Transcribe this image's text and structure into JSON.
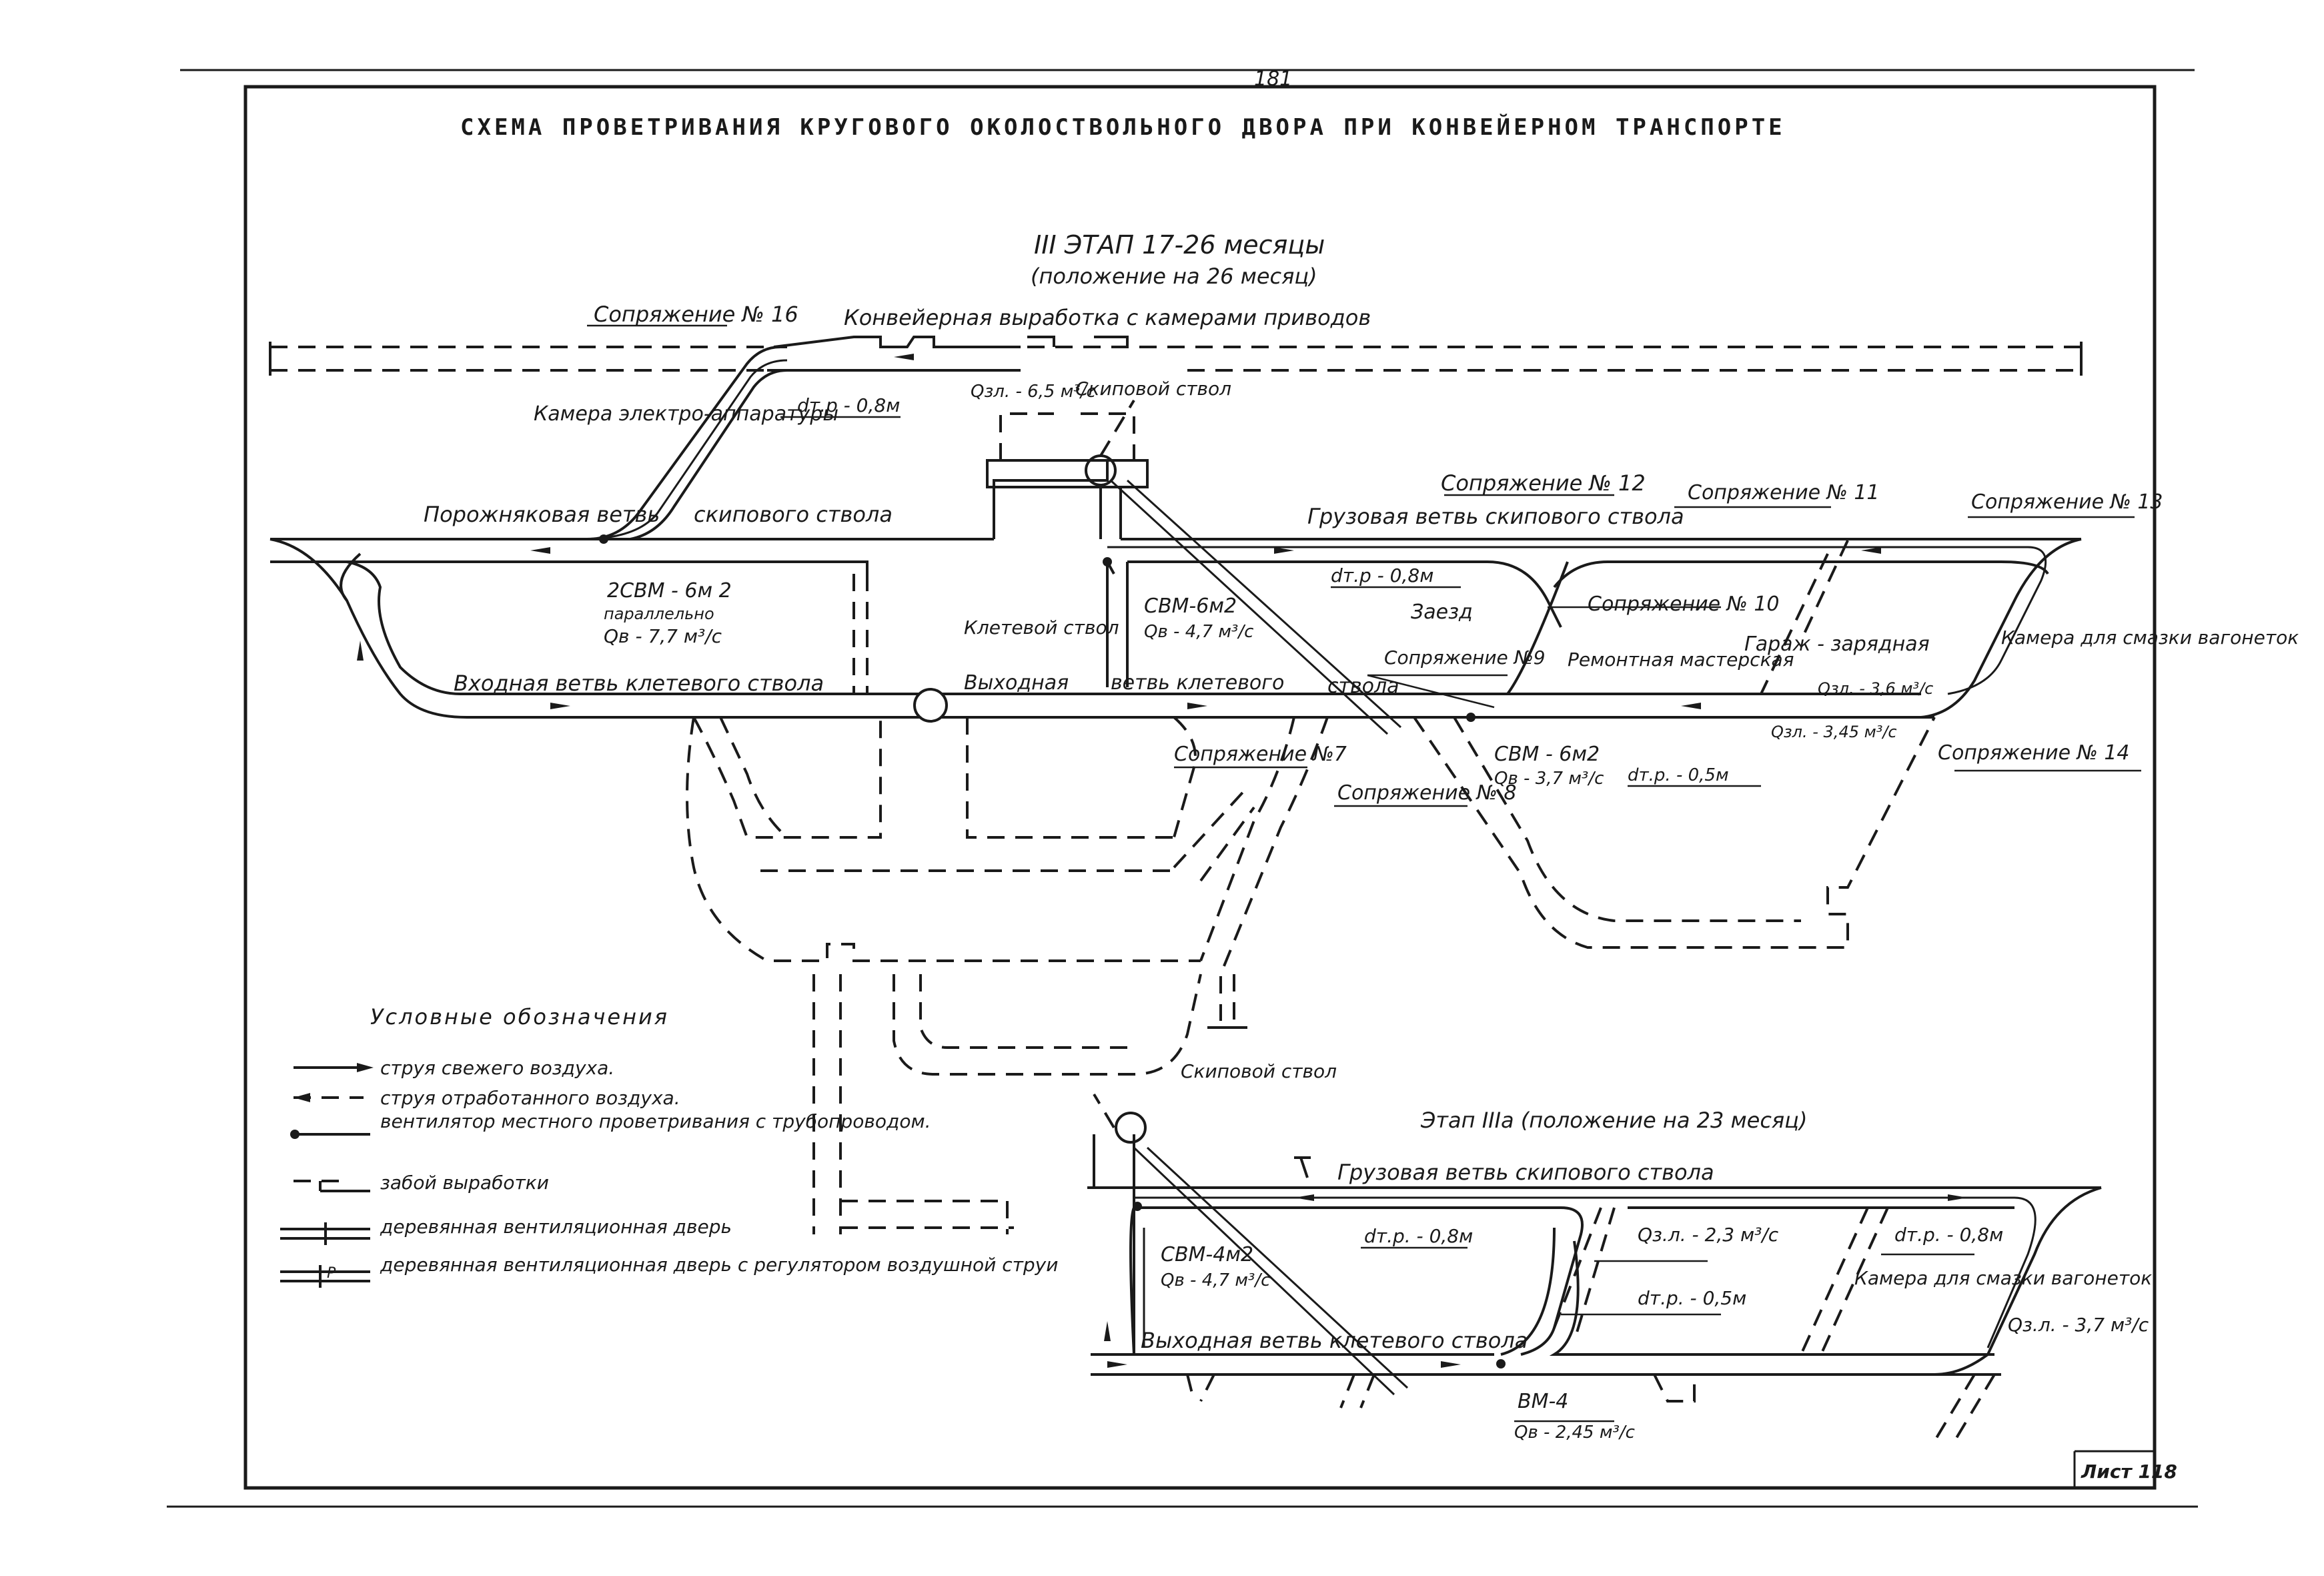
{
  "page_number": "181",
  "title": "СХЕМА ПРОВЕТРИВАНИЯ КРУГОВОГО ОКОЛОСТВОЛЬНОГО ДВОРА ПРИ КОНВЕЙЕРНОМ ТРАНСПОРТЕ",
  "stage3": {
    "heading": "III ЭТАП 17-26 месяцы",
    "subheading": "(положение на 26 месяц)",
    "labels": {
      "junction16": "Сопряжение № 16",
      "conveyor": "Конвейерная выработка с камерами приводов",
      "q_skip": "Qзл. - 6,5 м³/с",
      "skip_shaft": "Скиповой ствол",
      "electro_chamber": "Камера электро-аппаратуры",
      "dtr_08_top": "dт.р - 0,8м",
      "empty_branch": "Порожняковая ветвь",
      "skip_shaft_branch": "скипового ствола",
      "fan_2svm": "2СВМ - 6м 2",
      "parallel": "параллельно",
      "q_2svm": "Qв - 7,7 м³/с",
      "junction12": "Сопряжение № 12",
      "cargo_branch": "Грузовая ветвь скипового ствола",
      "junction11": "Сопряжение № 11",
      "junction13": "Сопряжение № 13",
      "dtr_08_mid": "dт.р - 0,8м",
      "svm_6m2_a": "СВМ-6м2",
      "q_svm_a": "Qв - 4,7 м³/с",
      "zaezd": "Заезд",
      "junction10": "Сопряжение № 10",
      "cage_shaft": "Клетевой ствол",
      "exit": "Выходная",
      "cage_branch_right": "ветвь клетевого",
      "stvola": "ствола",
      "junction9": "Сопряжение №9",
      "repair_shop": "Ремонтная мастерская",
      "garage": "Гараж - зарядная",
      "q_garage": "Qзл. - 3,6 м³/с",
      "lube_chamber": "Камера для смазки вагонеток",
      "entry_branch": "Входная ветвь клетевого ствола",
      "junction7": "Сопряжение №7",
      "junction8": "Сопряжение № 8",
      "svm_6m2_b": "СВМ - 6м2",
      "q_svm_b": "Qв - 3,7 м³/с",
      "dtr_05": "dт.р. - 0,5м",
      "q_345": "Qзл. - 3,45 м³/с",
      "junction14": "Сопряжение № 14"
    }
  },
  "legend": {
    "title": "Условные обозначения",
    "items": [
      "струя свежего воздуха.",
      "струя отработанного воздуха.",
      "вентилятор местного проветривания с трубопроводом.",
      "забой выработки",
      "деревянная вентиляционная дверь",
      "деревянная вентиляционная дверь с регулятором воздушной струи"
    ]
  },
  "stage3a": {
    "heading": "Этап IIIа (положение на 23 месяц)",
    "labels": {
      "skip_shaft": "Скиповой ствол",
      "cargo_branch": "Грузовая ветвь скипового ствола",
      "svm_4m2": "СВМ-4м2",
      "q_svm_4m2": "Qв - 4,7 м³/с",
      "dtr_08_a": "dт.р. - 0,8м",
      "q_23": "Qз.л. - 2,3 м³/с",
      "dtr_08_b": "dт.р. - 0,8м",
      "dtr_05": "dт.р. - 0,5м",
      "lube_chamber": "Камера для смазки вагонеток",
      "q_37": "Qз.л. - 3,7 м³/с",
      "exit_branch": "Выходная ветвь клетевого ствола",
      "vm4": "ВМ-4",
      "q_vm4": "Qв - 2,45 м³/с"
    }
  },
  "sheet": "Лист 118"
}
